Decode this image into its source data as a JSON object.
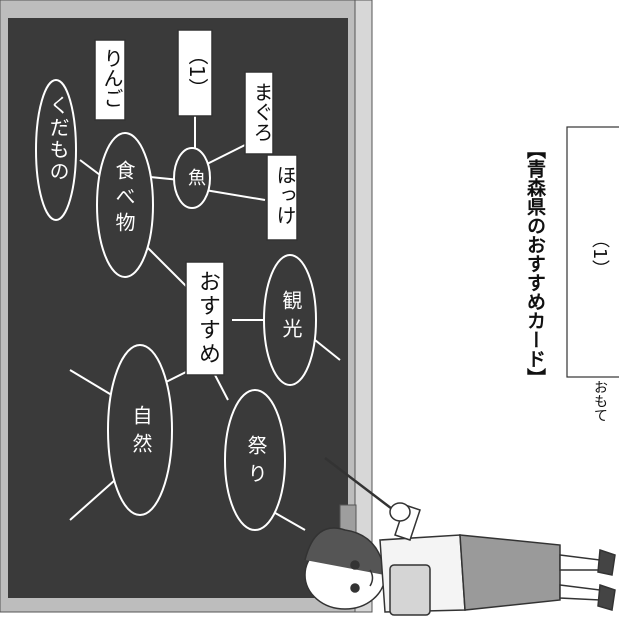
{
  "mindmap": {
    "center": "おすすめ",
    "food": "食べ物",
    "fish": "魚",
    "fruits": "くだもの",
    "apple": "りんご",
    "blank1": "（1）",
    "tuna": "まぐろ",
    "mackerel": "ほっけ",
    "sightseeing": "観光",
    "festival": "祭り",
    "nature": "自然"
  },
  "card": {
    "title": "【青森県のおすすめカード】",
    "blank1": "（1）",
    "front_label": "おもて"
  },
  "colors": {
    "board": "#3a3a3a",
    "frame": "#bdbdbd",
    "line": "#ffffff"
  }
}
